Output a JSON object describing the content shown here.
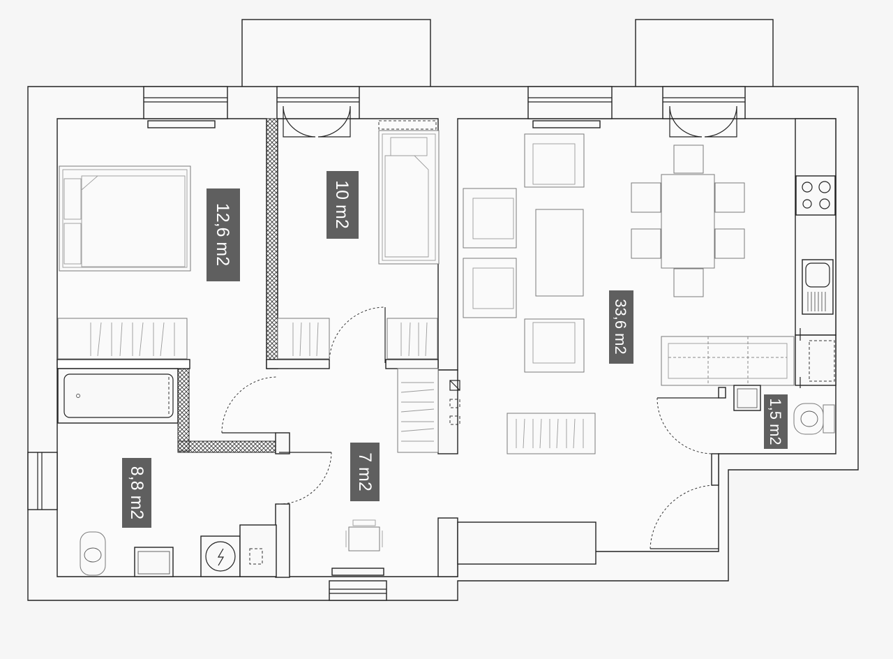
{
  "rooms": [
    {
      "key": "bedroom",
      "area": "12,6 m2"
    },
    {
      "key": "small-room",
      "area": "10 m2"
    },
    {
      "key": "living-kitchen",
      "area": "33,6 m2"
    },
    {
      "key": "bathroom",
      "area": "8,8 m2"
    },
    {
      "key": "hallway",
      "area": "7 m2"
    },
    {
      "key": "wc",
      "area": "1,5 m2"
    }
  ],
  "colors": {
    "label_bg": "#5f5f5f",
    "wall_stroke": "#222222",
    "background": "#f6f6f6"
  }
}
